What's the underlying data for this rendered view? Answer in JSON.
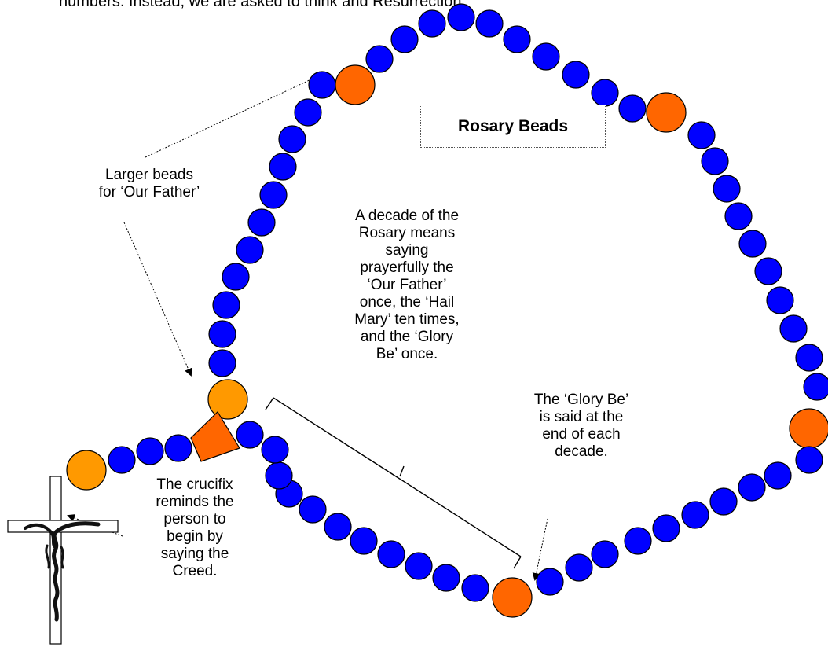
{
  "title": "Rosary Beads",
  "top_text": "numbers. Instead, we are asked to think          and Resurrection.",
  "labels": {
    "larger_beads": "Larger beads\nfor ‘Our Father’",
    "decade": "A decade of the\nRosary means\nsaying\nprayerfully the\n‘Our Father’\nonce, the ‘Hail\nMary’ ten times,\nand the ‘Glory\nBe’ once.",
    "glory_be": "The ‘Glory Be’\nis said at the\nend of each\ndecade.",
    "crucifix": "The crucifix\nreminds the\nperson to\nbegin by\nsaying the\nCreed."
  },
  "colors": {
    "hail_mary_bead": "#0000ff",
    "our_father_bead": "#ff6600",
    "pendant_bead": "#ff9900",
    "centerpiece": "#ff6600",
    "outline": "#000000"
  },
  "icons": [
    "crucifix-icon",
    "centerpiece-medal"
  ]
}
